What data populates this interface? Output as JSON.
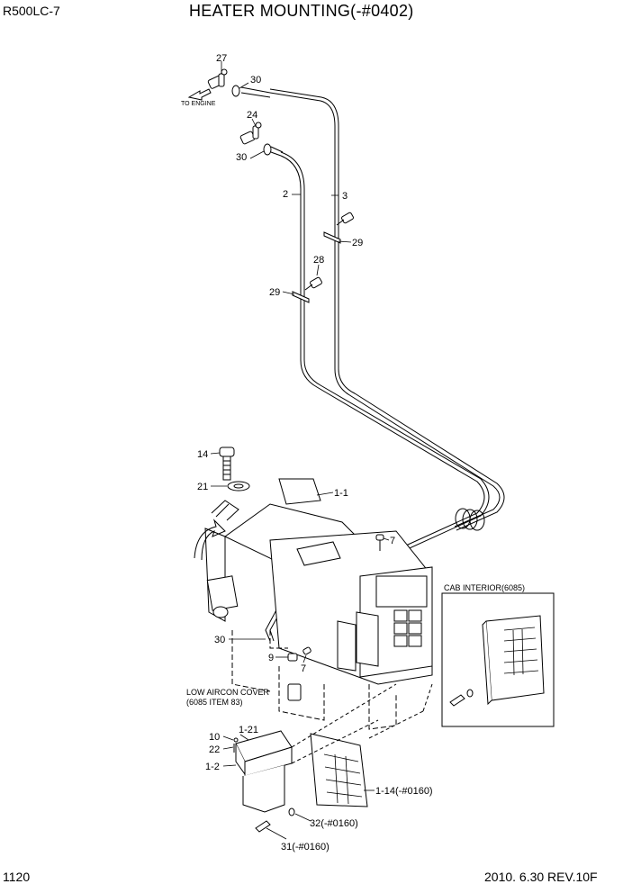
{
  "header": {
    "model": "R500LC-7",
    "title": "HEATER MOUNTING(-#0402)"
  },
  "footer": {
    "page_number": "1120",
    "revision": "2010. 6.30  REV.10F"
  },
  "notes": {
    "to_engine": "TO ENGINE",
    "low_aircon_cover_1": "LOW AIRCON COVER",
    "low_aircon_cover_2": "(6085 ITEM 83)",
    "cab_interior": "CAB INTERIOR(6085)"
  },
  "callouts": {
    "c27": "27",
    "c30_top": "30",
    "c24": "24",
    "c30_second": "30",
    "c2": "2",
    "c3": "3",
    "c29_right": "29",
    "c28": "28",
    "c29_left": "29",
    "c14": "14",
    "c21": "21",
    "c1_1": "1-1",
    "c7_top": "7",
    "c30_lower": "30",
    "c9": "9",
    "c7_lower": "7",
    "c10": "10",
    "c1_21": "1-21",
    "c22": "22",
    "c1_2": "1-2",
    "c1_14": "1-14(-#0160)",
    "c32": "32(-#0160)",
    "c31": "31(-#0160)"
  }
}
